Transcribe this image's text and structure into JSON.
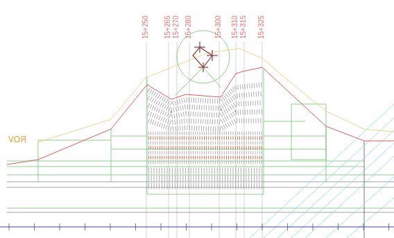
{
  "diagram": {
    "labels": [
      "15+250",
      "15+265",
      "15+270",
      "15+280",
      "15+300",
      "15+310",
      "15+315",
      "15+325",
      "ROV"
    ]
  }
}
